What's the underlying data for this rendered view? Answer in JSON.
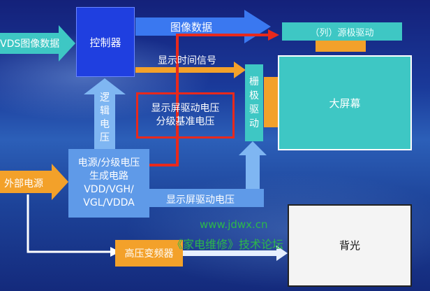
{
  "labels": {
    "lvds_input": "VDS图像数据",
    "controller": "控制器",
    "image_data": "图像数据",
    "source_driver": "（列）源极驱动",
    "display_timing": "显示时间信号",
    "gate_driver": "栅\n极\n驱\n动",
    "big_screen": "大屏幕",
    "logic_voltage": "逻\n辑\n电\n压",
    "ref_voltage": "显示屏驱动电压\n分级基准电压",
    "external_power": "外部电源",
    "power_circuit": "电源/分级电压\n生成电路\nVDD/VGH/\nVGL/VDDA",
    "drive_voltage": "显示屏驱动电压",
    "website": "www.jdwx.cn",
    "forum": "《家电维修》技术论坛",
    "inverter": "高压变频器",
    "backlight": "背光"
  },
  "colors": {
    "controller": "#1f3fe0",
    "teal": "#3ec7c4",
    "light_blue": "#6fa8f5",
    "orange": "#f3a12a",
    "red": "#e8291c",
    "watermark": "#2db84a"
  }
}
